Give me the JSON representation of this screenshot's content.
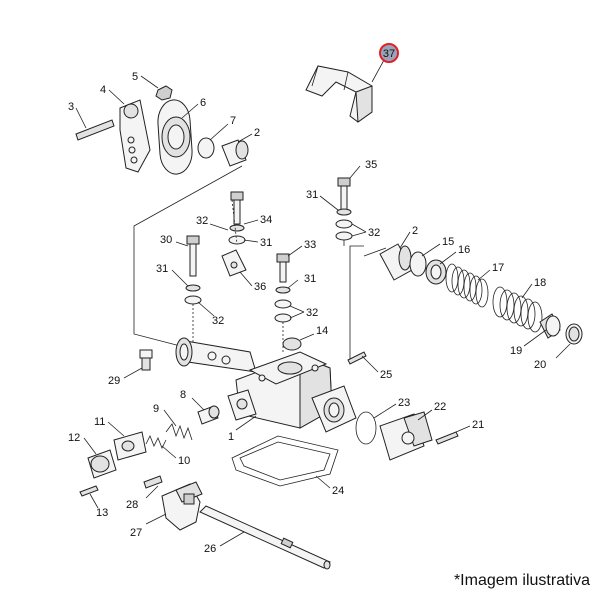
{
  "caption": "*Imagem ilustrativa",
  "highlight_color": "#e0202a",
  "callouts": {
    "c37": "37",
    "c5": "5",
    "c4": "4",
    "c3": "3",
    "c6": "6",
    "c7": "7",
    "c2a": "2",
    "c35": "35",
    "c31a": "31",
    "c34": "34",
    "c32a": "32",
    "c31b": "31",
    "c30": "30",
    "c33": "33",
    "c31c": "31",
    "c36": "36",
    "c31d": "31",
    "c32b": "32",
    "c32c": "32",
    "c32d": "32",
    "c14": "14",
    "c2b": "2",
    "c15": "15",
    "c16": "16",
    "c17": "17",
    "c18": "18",
    "c19": "19",
    "c20": "20",
    "c29": "29",
    "c25": "25",
    "c8": "8",
    "c9": "9",
    "c11": "11",
    "c12": "12",
    "c10": "10",
    "c1": "1",
    "c23": "23",
    "c22": "22",
    "c21": "21",
    "c13": "13",
    "c28": "28",
    "c27": "27",
    "c24": "24",
    "c26": "26"
  }
}
